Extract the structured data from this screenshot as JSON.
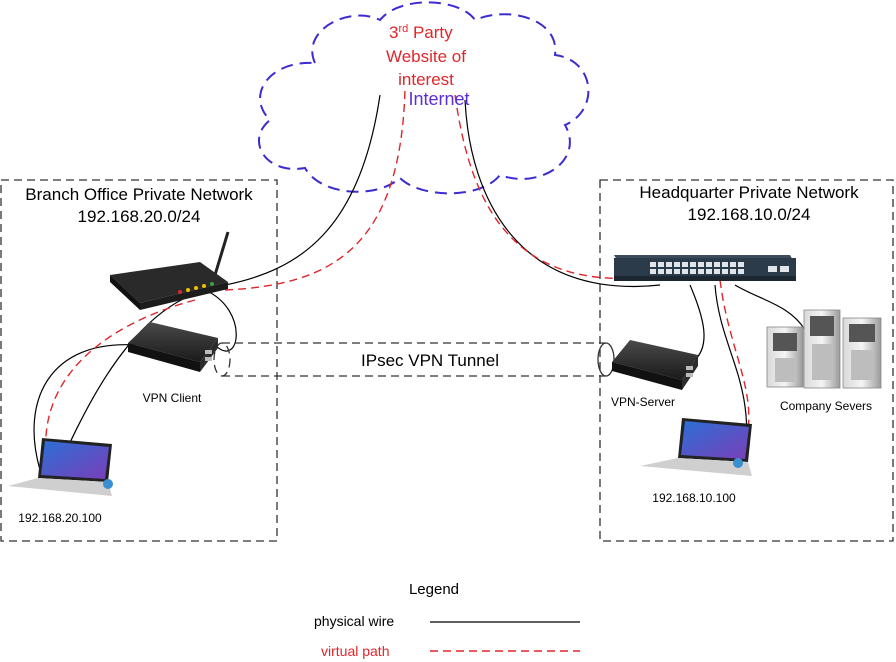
{
  "cloud": {
    "site_label_line1_sup": "rd",
    "site_label_line1_rest": " Party",
    "site_label_line1_num": "3",
    "site_label_line2": "Website of",
    "site_label_line3": "interest",
    "internet_label": "Internet"
  },
  "branch": {
    "title": "Branch Office Private Network",
    "subnet": "192.168.20.0/24",
    "vpn_client_label": "VPN Client",
    "laptop_ip": "192.168.20.100"
  },
  "hq": {
    "title": "Headquarter Private Network",
    "subnet": "192.168.10.0/24",
    "vpn_server_label": "VPN-Server",
    "servers_label": "Company Severs",
    "laptop_ip": "192.168.10.100"
  },
  "tunnel": {
    "label": "IPsec VPN Tunnel"
  },
  "legend": {
    "title": "Legend",
    "physical_label": "physical wire",
    "virtual_label": "virtual path"
  },
  "colors": {
    "cloud_border": "#3b2bd1",
    "virtual_path": "#e0262b",
    "physical_wire": "#000000",
    "internet_text": "#5b2fd6",
    "website_text": "#e0262b"
  },
  "icons": [
    "cloud-icon",
    "router-icon",
    "vpn-client-box-icon",
    "vpn-server-box-icon",
    "switch-icon",
    "server-tower-icon",
    "laptop-icon"
  ]
}
